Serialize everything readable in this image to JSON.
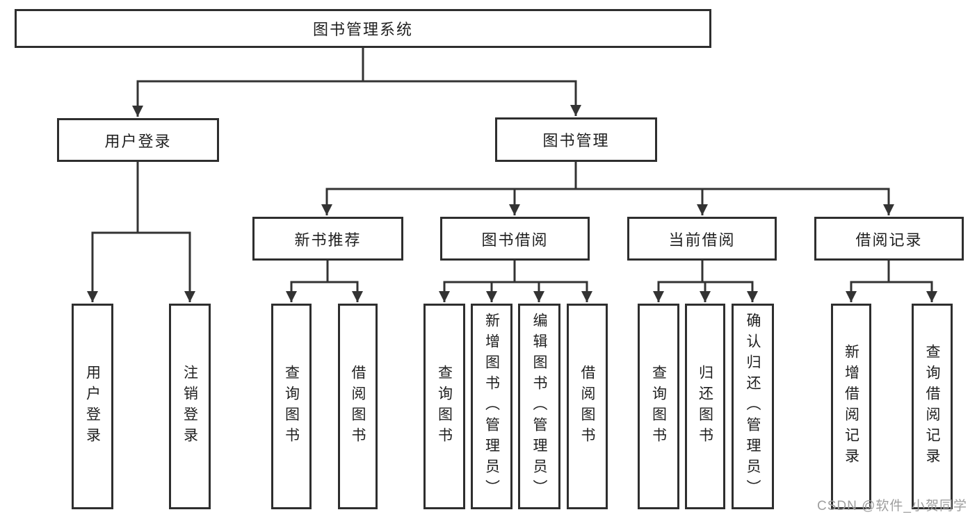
{
  "tree": {
    "root": {
      "label": "图书管理系统",
      "children": [
        {
          "label": "用户登录",
          "children": [
            {
              "label": "用户登录"
            },
            {
              "label": "注销登录"
            }
          ]
        },
        {
          "label": "图书管理",
          "children": [
            {
              "label": "新书推荐",
              "children": [
                {
                  "label": "查询图书"
                },
                {
                  "label": "借阅图书"
                }
              ]
            },
            {
              "label": "图书借阅",
              "children": [
                {
                  "label": "查询图书"
                },
                {
                  "label": "新增图书（管理员）"
                },
                {
                  "label": "编辑图书（管理员）"
                },
                {
                  "label": "借阅图书"
                }
              ]
            },
            {
              "label": "当前借阅",
              "children": [
                {
                  "label": "查询图书"
                },
                {
                  "label": "归还图书"
                },
                {
                  "label": "确认归还（管理员）"
                }
              ]
            },
            {
              "label": "借阅记录",
              "children": [
                {
                  "label": "新增借阅记录"
                },
                {
                  "label": "查询借阅记录"
                }
              ]
            }
          ]
        }
      ]
    }
  },
  "watermark": {
    "text": "CSDN @软件_小贺同学"
  },
  "colors": {
    "background": "#ffffff",
    "line": "#333333",
    "box_border": "#2e2e2e",
    "text": "#1f1f1f",
    "watermark": "#9e9e9e"
  }
}
